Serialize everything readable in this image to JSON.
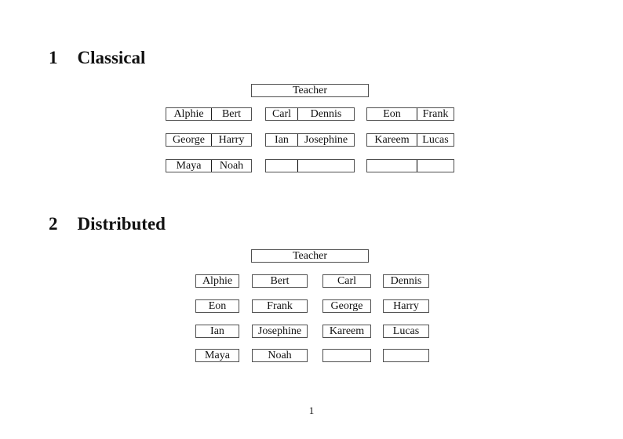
{
  "page": {
    "number": "1"
  },
  "colors": {
    "background": "#ffffff",
    "ink": "#111111",
    "box_border": "#4f4f4f",
    "divider": "#000000"
  },
  "classical": {
    "number": "1",
    "title": "Classical",
    "teacher": "Teacher",
    "desks": [
      [
        "Alphie",
        "Bert"
      ],
      [
        "Carl",
        "Dennis"
      ],
      [
        "Eon",
        "Frank"
      ],
      [
        "George",
        "Harry"
      ],
      [
        "Ian",
        "Josephine"
      ],
      [
        "Kareem",
        "Lucas"
      ],
      [
        "Maya",
        "Noah"
      ],
      [
        "",
        ""
      ],
      [
        "",
        ""
      ]
    ]
  },
  "distributed": {
    "number": "2",
    "title": "Distributed",
    "teacher": "Teacher",
    "desks": [
      "Alphie",
      "Bert",
      "Carl",
      "Dennis",
      "Eon",
      "Frank",
      "George",
      "Harry",
      "Ian",
      "Josephine",
      "Kareem",
      "Lucas",
      "Maya",
      "Noah",
      "",
      ""
    ]
  }
}
